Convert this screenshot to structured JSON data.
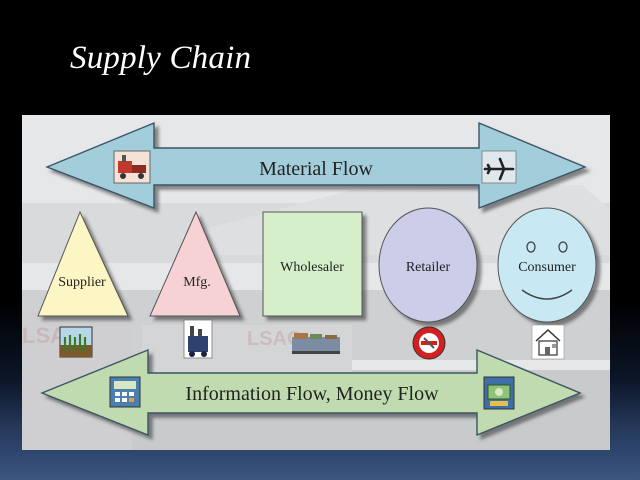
{
  "slide": {
    "title": "Supply Chain"
  },
  "diagram": {
    "top_arrow_label": "Material Flow",
    "bottom_arrow_label": "Information Flow, Money Flow",
    "nodes": [
      {
        "label": "Supplier",
        "shape": "triangle",
        "color": "#fcf6c4"
      },
      {
        "label": "Mfg.",
        "shape": "triangle",
        "color": "#f6d2d4"
      },
      {
        "label": "Wholesaler",
        "shape": "square",
        "color": "#d6efcb"
      },
      {
        "label": "Retailer",
        "shape": "circle",
        "color": "#cbcde9"
      },
      {
        "label": "Consumer",
        "shape": "smiley-circle",
        "color": "#c8e8f3"
      }
    ],
    "icons": [
      "factory-truck-icon",
      "airplane-icon",
      "crops-icon",
      "factory-icon",
      "train-icon",
      "no-entry-icon",
      "house-icon",
      "calculator-icon",
      "money-icon"
    ],
    "arrow_color": "#a2cedb",
    "bottom_arrow_color": "#c1dbb0"
  }
}
